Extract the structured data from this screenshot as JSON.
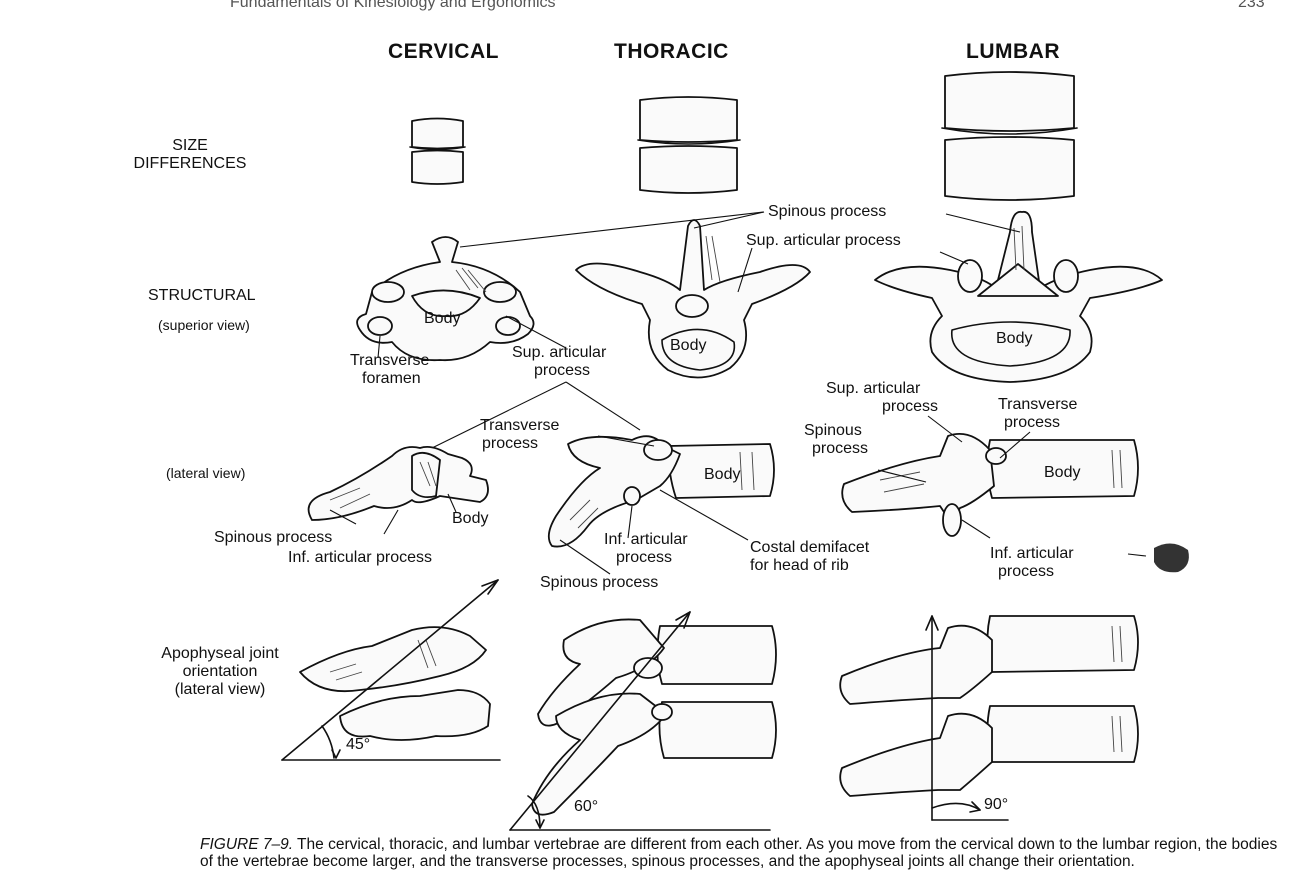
{
  "page_fragments": {
    "top_left": "Fundamentals of Kinesiology and Ergonomics",
    "top_right": "233"
  },
  "columns": {
    "cervical": "CERVICAL",
    "thoracic": "THORACIC",
    "lumbar": "LUMBAR"
  },
  "rows": {
    "size_line1": "SIZE",
    "size_line2": "DIFFERENCES",
    "structural": "STRUCTURAL",
    "structural_sub": "(superior view)",
    "lateral": "(lateral view)",
    "apophyseal_line1": "Apophyseal joint",
    "apophyseal_line2": "orientation",
    "apophyseal_line3": "(lateral view)"
  },
  "superior_labels": {
    "spinous_process": "Spinous process",
    "sup_articular_right": "Sup. articular process",
    "cervical_body": "Body",
    "thoracic_body": "Body",
    "lumbar_body": "Body",
    "transverse_line1": "Transverse",
    "transverse_line2": "foramen",
    "sup_articular_line1": "Sup. articular",
    "sup_articular_line2": "process"
  },
  "lateral_labels": {
    "cervical_spinous": "Spinous process",
    "cervical_inf_articular": "Inf. articular process",
    "cervical_body": "Body",
    "thoracic_transverse_line1": "Transverse",
    "thoracic_transverse_line2": "process",
    "thoracic_body": "Body",
    "thoracic_inf_line1": "Inf. articular",
    "thoracic_inf_line2": "process",
    "thoracic_spinous": "Spinous process",
    "costal_line1": "Costal demifacet",
    "costal_line2": "for head of rib",
    "lumbar_sup_line1": "Sup. articular",
    "lumbar_sup_line2": "process",
    "lumbar_transverse_line1": "Transverse",
    "lumbar_transverse_line2": "process",
    "lumbar_spinous_line1": "Spinous",
    "lumbar_spinous_line2": "process",
    "lumbar_body": "Body",
    "lumbar_inf_line1": "Inf. articular",
    "lumbar_inf_line2": "process"
  },
  "angles": {
    "cervical": "45°",
    "thoracic": "60°",
    "lumbar": "90°"
  },
  "caption": {
    "figure_label": "FIGURE 7–9.",
    "text": " The cervical, thoracic, and lumbar vertebrae are different from each other. As you move from the cervical down to the lumbar region, the bodies of the vertebrae become larger, and the transverse processes, spinous processes, and the apophyseal joints all change their orientation."
  }
}
